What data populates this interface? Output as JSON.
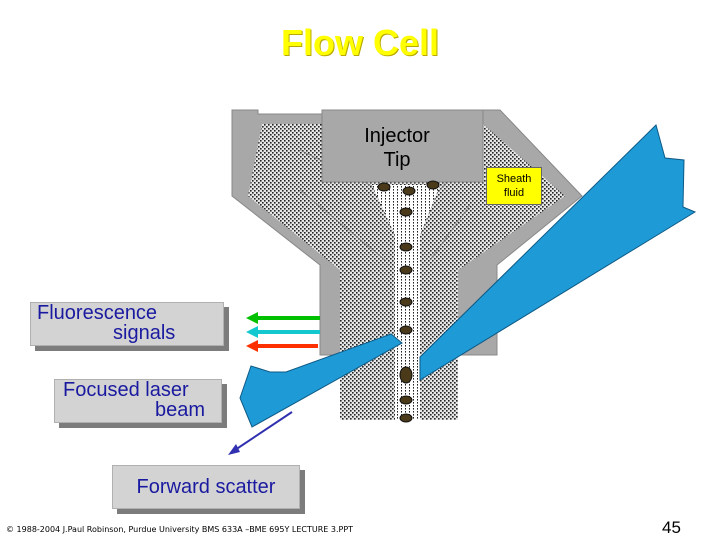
{
  "title": "Flow Cell",
  "labels": {
    "injector_line1": "Injector",
    "injector_line2": "Tip",
    "sheath_fluid": "Sheath\nfluid",
    "fluorescence_line1": "Fluorescence",
    "fluorescence_line2": "signals",
    "laser_line1": "Focused laser",
    "laser_line2": "beam",
    "forward_scatter": "Forward scatter"
  },
  "footer": "© 1988-2004 J.Paul Robinson, Purdue University  BMS 633A –BME 695Y  LECTURE 3.PPT",
  "page_number": "45",
  "colors": {
    "title": "#ffff00",
    "label_box": "#d3d3d3",
    "label_text": "#1a1aa0",
    "laser_beam": "#1e9bd7",
    "arrow_green": "#00c000",
    "arrow_cyan": "#14c8d0",
    "arrow_red": "#ff3000",
    "scatter_arrow": "#3030b0",
    "sheath_box": "#ffff00"
  }
}
